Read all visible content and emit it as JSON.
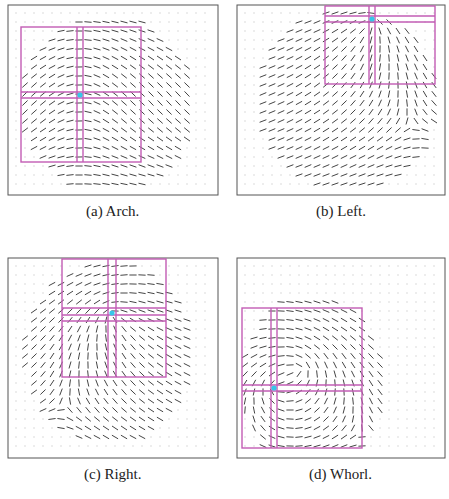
{
  "diagram": {
    "labels": [
      "(a) Arch.",
      "(b) Left.",
      "(c) Right.",
      "(d) Whorl."
    ]
  }
}
